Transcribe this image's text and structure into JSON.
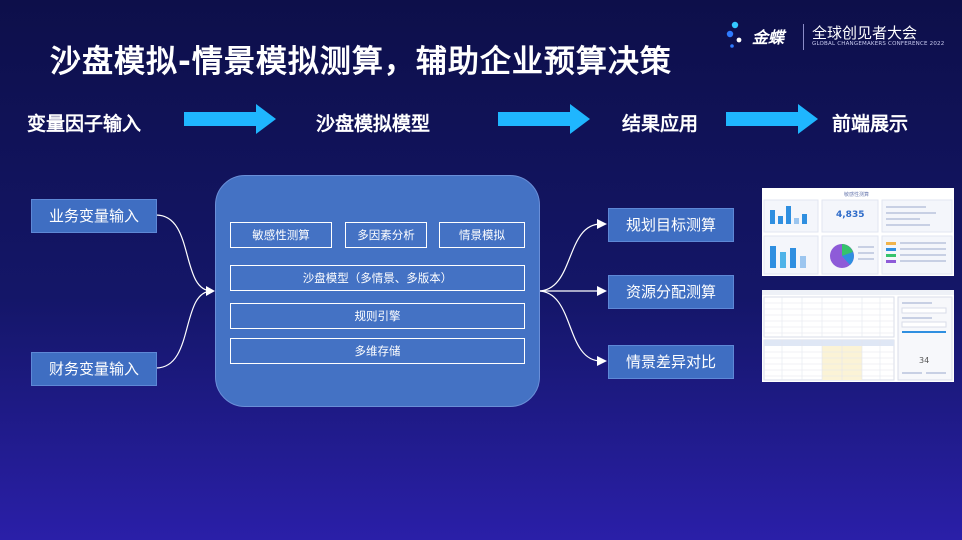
{
  "slide": {
    "title": "沙盘模拟-情景模拟测算，辅助企业预算决策"
  },
  "logo": {
    "brand": "金蝶",
    "conference": "全球创见者大会",
    "conference_en": "GLOBAL CHANGEMAKERS CONFERENCE 2022"
  },
  "steps": [
    "变量因子输入",
    "沙盘模拟模型",
    "结果应用",
    "前端展示"
  ],
  "inputs": [
    "业务变量输入",
    "财务变量输入"
  ],
  "model": {
    "top_row": [
      "敏感性测算",
      "多因素分析",
      "情景模拟"
    ],
    "rows": [
      "沙盘模型（多情景、多版本）",
      "规则引擎",
      "多维存储"
    ]
  },
  "outputs": [
    "规划目标测算",
    "资源分配测算",
    "情景差异对比"
  ],
  "screenshots": {
    "dashboard_title": "敏感性测算",
    "kpi_value": "4,835",
    "kpi_value_2": "34"
  },
  "colors": {
    "box_fill": "#4472c4",
    "arrow": "#1fb6ff",
    "background_top": "#0d0f4a",
    "background_bottom": "#2a1fa8"
  }
}
